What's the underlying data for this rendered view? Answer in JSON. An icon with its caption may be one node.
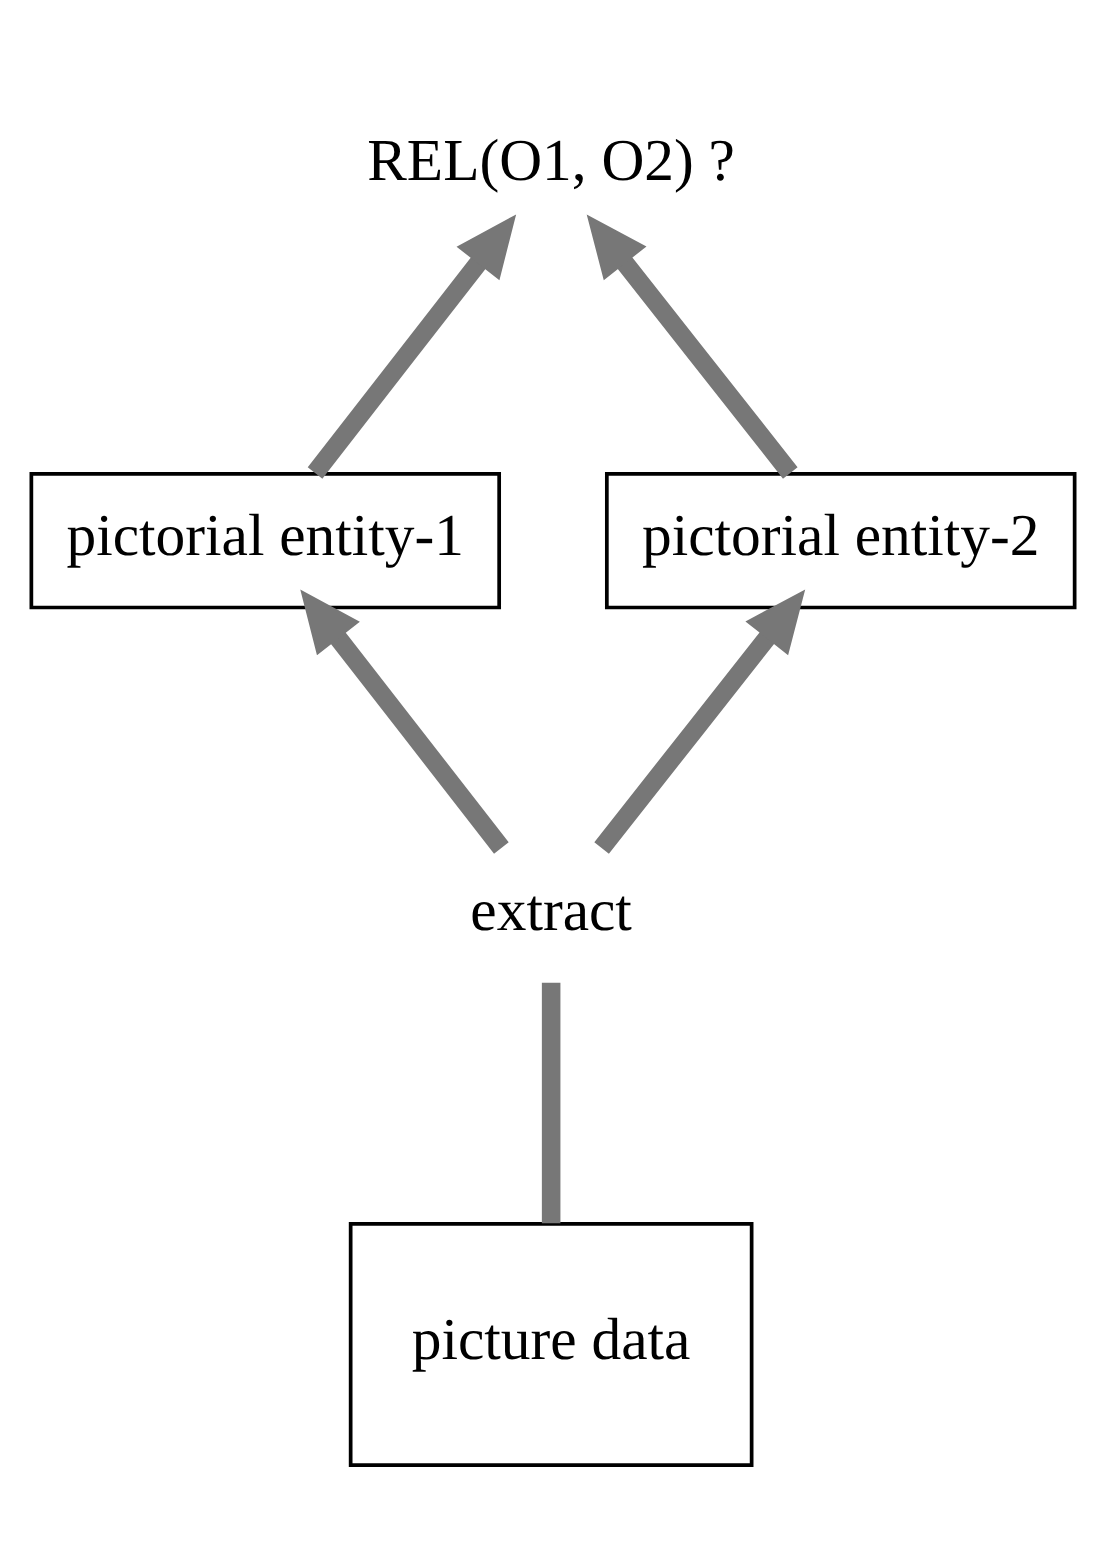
{
  "diagram": {
    "nodes": [
      {
        "text": [
          "REL(O1, O2) ?"
        ]
      },
      {
        "text": [
          "pictorial entity-1"
        ]
      },
      {
        "text": [
          "pictorial entity-2"
        ]
      },
      {
        "text": [
          "extract"
        ]
      },
      {
        "text": [
          "picture data"
        ]
      }
    ],
    "edges": [
      {
        "from": 1,
        "to": 0,
        "arrow": "to"
      },
      {
        "from": 2,
        "to": 0,
        "arrow": "to"
      },
      {
        "from": 3,
        "to": 1,
        "arrow": "to"
      },
      {
        "from": 3,
        "to": 2,
        "arrow": "to"
      },
      {
        "from": 4,
        "to": 3,
        "arrow": "none"
      }
    ]
  }
}
